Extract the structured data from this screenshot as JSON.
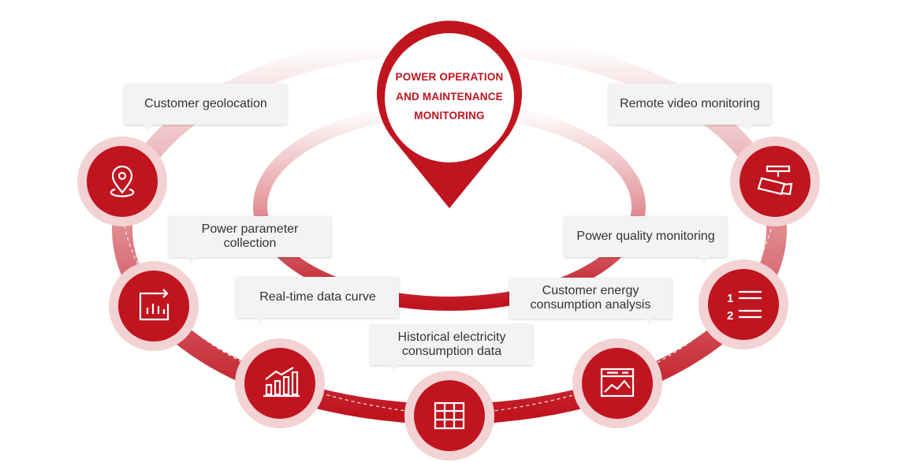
{
  "center": {
    "line1": "POWER OPERATION",
    "line2": "AND MAINTENANCE",
    "line3": "MONITORING"
  },
  "nodes": [
    {
      "label": "Customer geolocation",
      "icon": "location-pin-icon"
    },
    {
      "label": "Power parameter collection",
      "icon": "export-chart-icon"
    },
    {
      "label": "Real-time data curve",
      "icon": "rising-bar-chart-icon"
    },
    {
      "label": "Historical electricity consumption data",
      "icon": "table-grid-icon"
    },
    {
      "label": "Customer energy consumption analysis",
      "icon": "browser-chart-icon"
    },
    {
      "label": "Power quality monitoring",
      "icon": "numbered-list-icon"
    },
    {
      "label": "Remote video monitoring",
      "icon": "cctv-camera-icon"
    }
  ],
  "colors": {
    "primary": "#c0141f",
    "halo": "#f3d2d4",
    "callout_bg": "#f3f3f3"
  }
}
